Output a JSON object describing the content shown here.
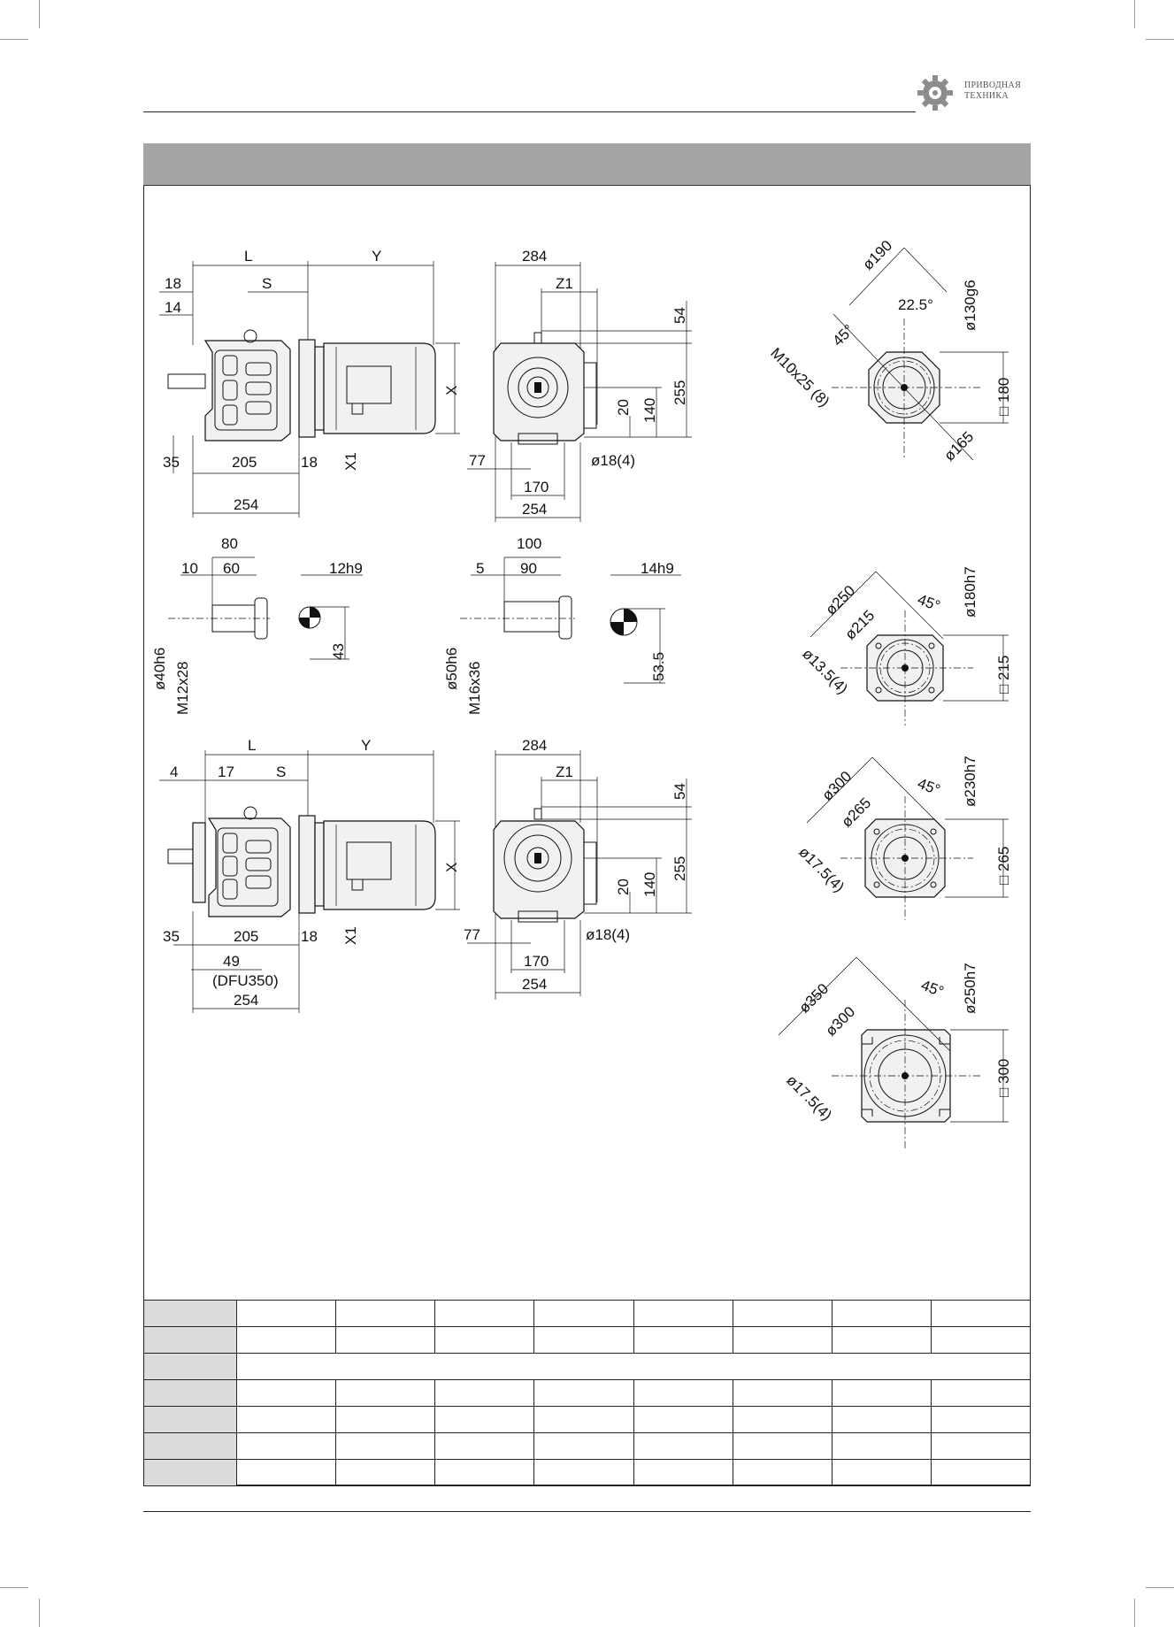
{
  "brand": {
    "logo_line1": "ПРИВОДНАЯ",
    "logo_line2": "ТЕХНИКА",
    "accent": "#9a9a9a"
  },
  "colors": {
    "header_band": "#a5a5a5",
    "row_header": "#dcdcdc",
    "line": "#111111"
  },
  "drawings": {
    "side_view_top": {
      "L": "L",
      "Y": "Y",
      "S": "S",
      "X": "X",
      "X1": "X1",
      "d18": "18",
      "d14": "14",
      "d35": "35",
      "d205": "205",
      "d18b": "18",
      "d254": "254"
    },
    "front_view_top": {
      "d284": "284",
      "Z1": "Z1",
      "d54": "54",
      "d255": "255",
      "d140": "140",
      "d20": "20",
      "d77": "77",
      "hole": "ø18(4)",
      "d170": "170",
      "d254": "254"
    },
    "shaft_a": {
      "d80": "80",
      "d10": "10",
      "d60": "60",
      "key": "12h9",
      "dia": "ø40h6",
      "thread": "M12x28",
      "h": "43"
    },
    "shaft_b": {
      "d100": "100",
      "d5": "5",
      "d90": "90",
      "key": "14h9",
      "dia": "ø50h6",
      "thread": "M16x36",
      "h": "53.5"
    },
    "side_view_bottom": {
      "L": "L",
      "Y": "Y",
      "S": "S",
      "X": "X",
      "X1": "X1",
      "d4": "4",
      "d17": "17",
      "d35": "35",
      "d205": "205",
      "d18": "18",
      "d49": "49",
      "note": "(DFU350)",
      "d254": "254"
    },
    "front_view_bottom": {
      "d284": "284",
      "Z1": "Z1",
      "d54": "54",
      "d255": "255",
      "d140": "140",
      "d20": "20",
      "d77": "77",
      "hole": "ø18(4)",
      "d170": "170",
      "d254": "254"
    },
    "flange_1": {
      "pcd": "ø190",
      "angle1": "22.5°",
      "angle2": "45°",
      "spigot": "ø130g6",
      "thread": "M10x25 (8)",
      "sq": "□ 180",
      "d165": "ø165"
    },
    "flange_2": {
      "outer": "ø250",
      "pcd": "ø215",
      "angle": "45°",
      "spigot": "ø180h7",
      "hole": "ø13.5(4)",
      "sq": "□ 215"
    },
    "flange_3": {
      "outer": "ø300",
      "pcd": "ø265",
      "angle": "45°",
      "spigot": "ø230h7",
      "hole": "ø17.5(4)",
      "sq": "□ 265"
    },
    "flange_4": {
      "outer": "ø350",
      "pcd": "ø300",
      "angle": "45°",
      "spigot": "ø250h7",
      "hole": "ø17.5(4)",
      "sq": "□ 300"
    }
  },
  "table": {
    "rows": 7,
    "columns": 9
  }
}
